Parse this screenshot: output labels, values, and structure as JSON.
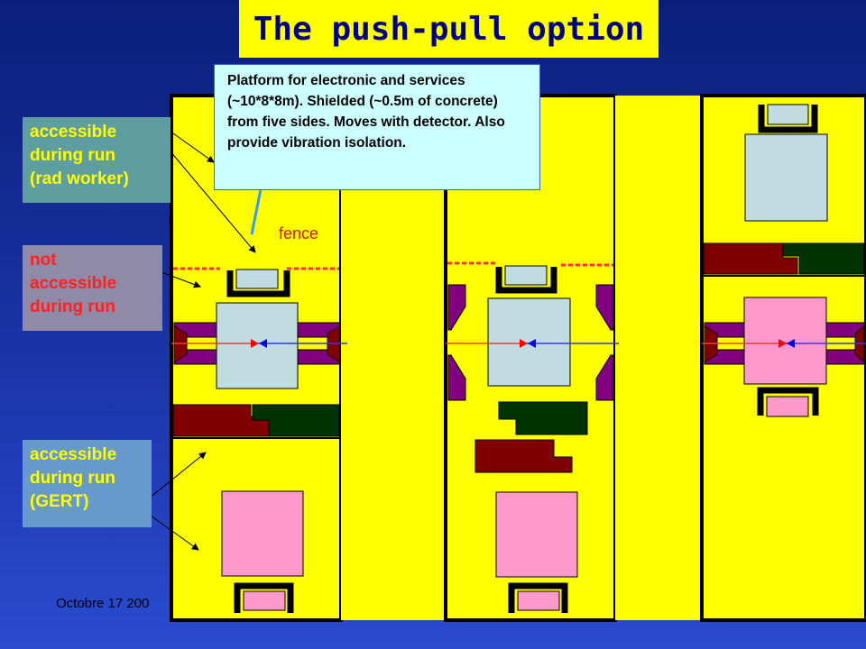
{
  "title": "The push-pull option",
  "labels": {
    "rad_worker": [
      "accessible",
      "during run",
      "(rad worker)"
    ],
    "not_accessible": [
      "not",
      "accessible",
      "during run"
    ],
    "gert": [
      "accessible",
      "during run",
      "(GERT)"
    ]
  },
  "callout": "Platform for electronic and services (~10*8*8m). Shielded (~0.5m of concrete) from five sides. Moves with detector. Also provide vibration isolation.",
  "fence_label": "fence",
  "footer": "Octobre 17 200",
  "colors": {
    "hall_yellow": "#ffff00",
    "detector_lightblue": "#c0dce0",
    "detector_pink": "#ff99cc",
    "shield_darkred": "#800000",
    "shield_darkgreen": "#003300",
    "magnet_purple": "#800080",
    "fence_red": "#ff3333",
    "label_teal": "#5f9ea0",
    "label_grey": "#8e8aa8",
    "label_steelblue": "#6699cc"
  }
}
